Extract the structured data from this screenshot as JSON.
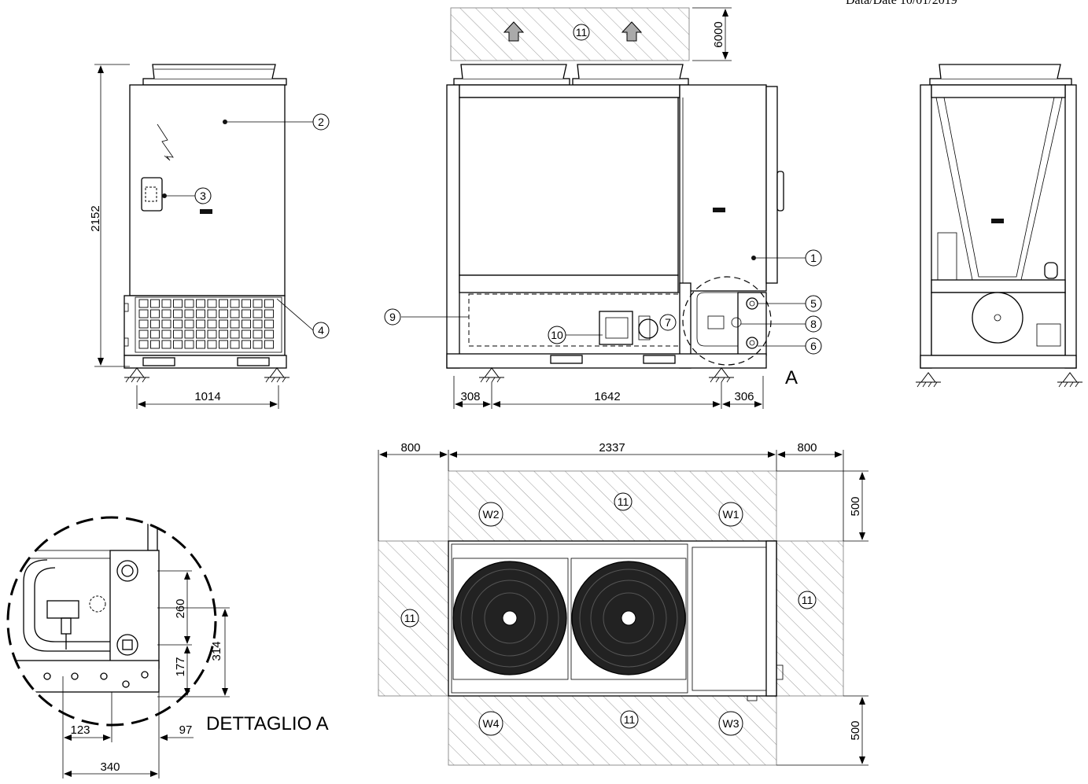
{
  "header": {
    "date_text": "Data/Date 10/01/2019"
  },
  "detail_title": "DETTAGLIO A",
  "detail_marker": "A",
  "callouts": {
    "c1": "1",
    "c2": "2",
    "c3": "3",
    "c4": "4",
    "c5": "5",
    "c6": "6",
    "c7": "7",
    "c8": "8",
    "c9": "9",
    "c10": "10",
    "c11": "11"
  },
  "weights": {
    "w1": "W1",
    "w2": "W2",
    "w3": "W3",
    "w4": "W4"
  },
  "dimensions": {
    "left_height": "2152",
    "left_width": "1014",
    "top_clearance": "6000",
    "front_left": "308",
    "front_mid": "1642",
    "front_right": "306",
    "plan_left": "800",
    "plan_width": "2337",
    "plan_right": "800",
    "plan_top": "500",
    "plan_bottom": "500",
    "det_260": "260",
    "det_314": "314",
    "det_177": "177",
    "det_123": "123",
    "det_97": "97",
    "det_340": "340"
  }
}
